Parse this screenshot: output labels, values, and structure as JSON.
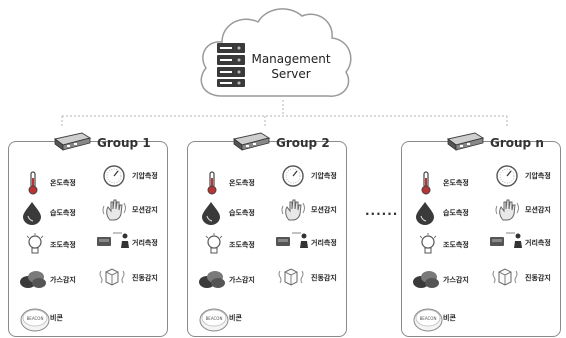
{
  "server": {
    "line1": "Management",
    "line2": "Server"
  },
  "ellipsis": "......",
  "groups": [
    {
      "title": "Group 1",
      "left_sensors": [
        "온도측정",
        "습도측정",
        "조도측정",
        "가스감지",
        "비콘"
      ],
      "right_sensors": [
        "기압측정",
        "모션감지",
        "거리측정",
        "진동감지"
      ],
      "beacon_text": "BEACON"
    },
    {
      "title": "Group 2",
      "left_sensors": [
        "온도측정",
        "습도측정",
        "조도측정",
        "가스감지",
        "비콘"
      ],
      "right_sensors": [
        "기압측정",
        "모션감지",
        "거리측정",
        "진동감지"
      ],
      "beacon_text": "BEACON"
    },
    {
      "title": "Group n",
      "left_sensors": [
        "온도측정",
        "습도측정",
        "조도측정",
        "가스감지",
        "비콘"
      ],
      "right_sensors": [
        "기압측정",
        "모션감지",
        "거리측정",
        "진동감지"
      ],
      "beacon_text": "BEACON"
    }
  ],
  "icons": {
    "left": [
      "thermometer-icon",
      "humidity-drop-icon",
      "light-bulb-icon",
      "gas-cloud-icon",
      "beacon-icon"
    ],
    "right": [
      "barometer-gauge-icon",
      "motion-hand-icon",
      "distance-sensor-icon",
      "vibration-box-icon"
    ]
  },
  "colors": {
    "border": "#8a8a8a",
    "connector": "#b0b0b0",
    "icon_dark": "#333333"
  }
}
